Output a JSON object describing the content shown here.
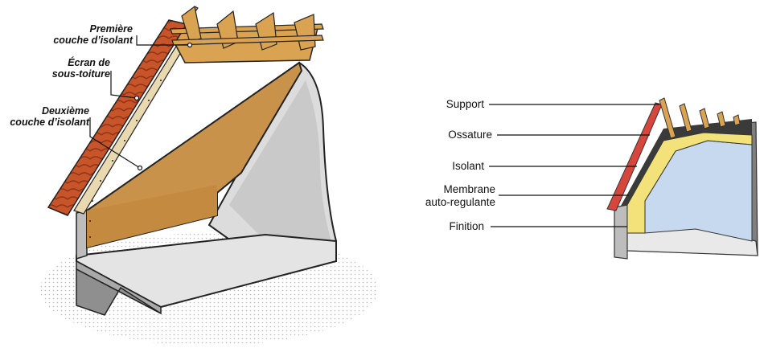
{
  "left_diagram": {
    "labels": [
      {
        "line1": "Première",
        "line2": "couche d’isolant"
      },
      {
        "line1": "Écran de",
        "line2": "sous-toiture"
      },
      {
        "line1": "Deuxième",
        "line2": "couche d’isolant"
      }
    ]
  },
  "right_diagram": {
    "labels": [
      {
        "line1": "Support",
        "line2": ""
      },
      {
        "line1": "Ossature",
        "line2": ""
      },
      {
        "line1": "Isolant",
        "line2": ""
      },
      {
        "line1": "Membrane",
        "line2": "auto-regulante"
      },
      {
        "line1": "Finition",
        "line2": ""
      }
    ]
  },
  "colors": {
    "tile": "#c8552a",
    "tile_dark": "#8e3418",
    "wood": "#d9a352",
    "insulation": "#c9924a",
    "screen": "#e8d9b0",
    "wall": "#d6d6d6",
    "wall_dark": "#a9a9a9",
    "right_support": "#d7463c",
    "right_isolant": "#f3e27a",
    "right_finition": "#c7d9ee",
    "right_ossature": "#3a3a3a"
  }
}
